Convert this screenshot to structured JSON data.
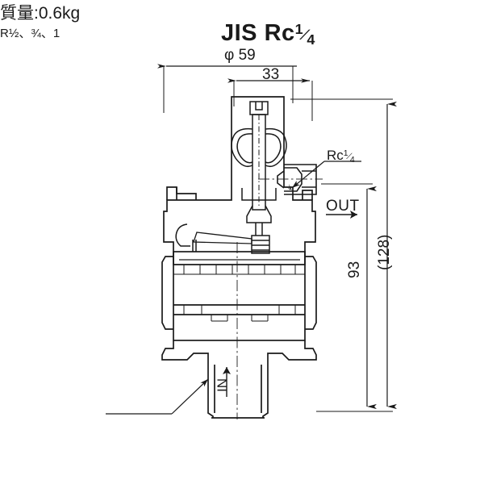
{
  "drawing": {
    "title": {
      "standard": "JIS",
      "thread": "Rc",
      "thread_fraction_num": "1",
      "thread_fraction_den": "4",
      "full_text": "JIS Rc1/4"
    },
    "dimensions": {
      "diameter": {
        "symbol": "φ",
        "value": "59",
        "text": "φ 59",
        "orientation": "horizontal"
      },
      "width_33": {
        "value": "33",
        "text": "33",
        "orientation": "horizontal"
      },
      "height_93": {
        "value": "93",
        "text": "93",
        "orientation": "vertical"
      },
      "height_128": {
        "value": "(128)",
        "text": "(128)",
        "orientation": "vertical",
        "note": "reference dimension in parentheses"
      }
    },
    "callouts": {
      "outlet_thread": {
        "label": "Rc",
        "fraction_num": "1",
        "fraction_den": "4",
        "full_text": "Rc1/4"
      },
      "outlet_port": {
        "label": "OUT",
        "flow": "outward"
      },
      "inlet_port": {
        "label": "IN",
        "flow": "inward"
      },
      "mass": {
        "label": "質量",
        "separator": ":",
        "value": "0.6kg",
        "full_text": "質量:0.6kg"
      },
      "inlet_thread": {
        "prefix": "R",
        "sizes": "½、¾、1",
        "full_text": "R½、¾、1"
      }
    },
    "colors": {
      "line": "#1a1a1a",
      "thin_line": "#2b2b2b",
      "background": "#ffffff",
      "text": "#1a1a1a"
    }
  }
}
